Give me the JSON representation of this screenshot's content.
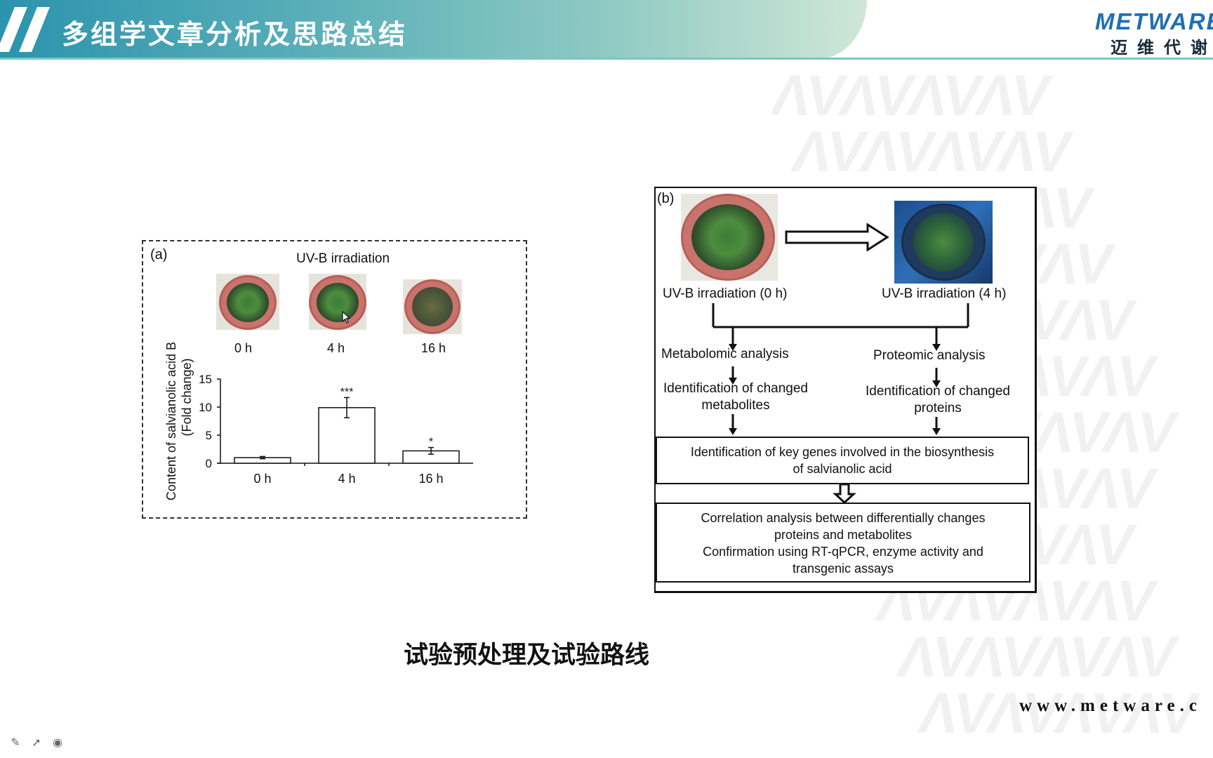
{
  "header": {
    "title": "多组学文章分析及思路总结",
    "logo_text": "METWARE",
    "logo_cn": "迈维代谢"
  },
  "colors": {
    "banner_start": "#2c93ad",
    "banner_end": "#cfe7d7",
    "logo_blue": "#1f6fb4",
    "pot_red": "#c9736c"
  },
  "figure_a": {
    "panel_label": "(a)",
    "photo_title": "UV-B irradiation",
    "photo_labels": [
      "0 h",
      "4 h",
      "16 h"
    ],
    "chart_data": {
      "type": "bar",
      "categories": [
        "0 h",
        "4 h",
        "16 h"
      ],
      "values": [
        1,
        9.9,
        2.2
      ],
      "errors": [
        0.2,
        1.8,
        0.6
      ],
      "significance": [
        "",
        "***",
        "*"
      ],
      "ylabel_line1": "Content of salvianolic acid B",
      "ylabel_line2": "(Fold change)",
      "yticks": [
        0,
        5,
        10,
        15
      ],
      "ylim": [
        0,
        15
      ]
    }
  },
  "figure_b": {
    "panel_label": "(b)",
    "left_photo_label": "UV-B irradiation (0 h)",
    "right_photo_label": "UV-B irradiation (4 h)",
    "metabolomic": "Metabolomic analysis",
    "proteomic": "Proteomic analysis",
    "changed_metabolites_line1": "Identification of changed",
    "changed_metabolites_line2": "metabolites",
    "changed_proteins_line1": "Identification of changed",
    "changed_proteins_line2": "proteins",
    "key_genes_line1": "Identification of key genes involved  in the biosynthesis",
    "key_genes_line2": "of  salvianolic acid",
    "correlation_line1": "Correlation analysis between differentially changes",
    "correlation_line2": "proteins and metabolites",
    "correlation_line3": "Confirmation using RT-qPCR, enzyme activity and",
    "correlation_line4": "transgenic assays"
  },
  "caption": "试验预处理及试验路线",
  "website": "www.metware.c",
  "toolbar": {
    "icons": [
      "pen-icon",
      "pointer-icon",
      "record-icon"
    ]
  }
}
